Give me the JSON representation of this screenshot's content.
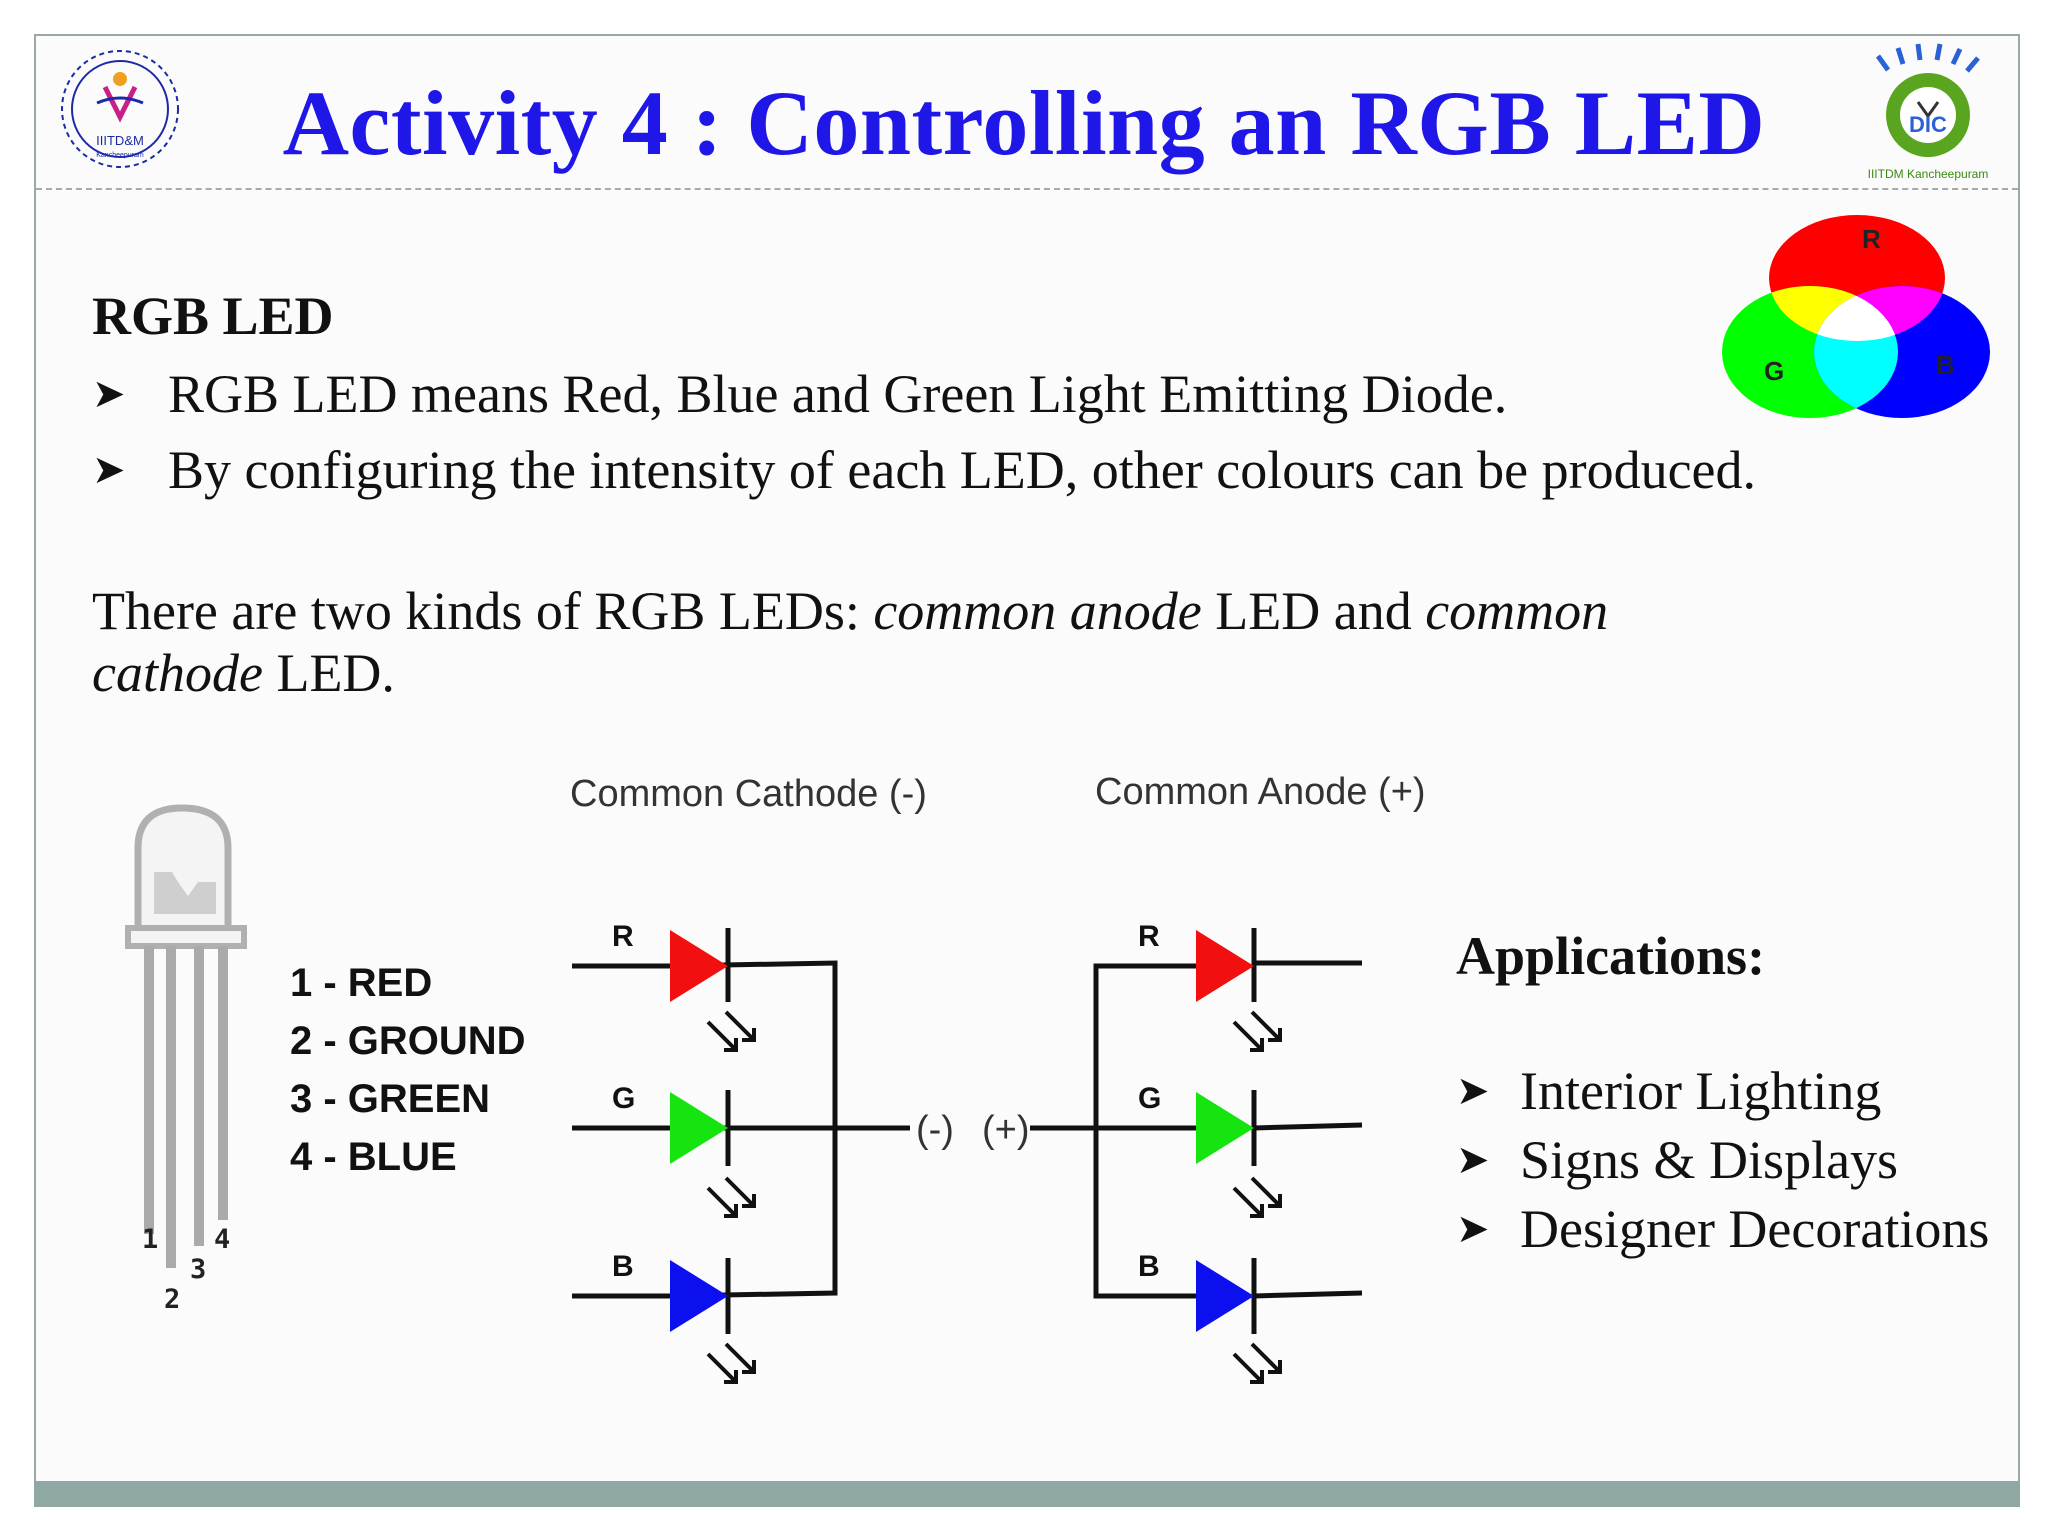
{
  "header": {
    "title": "Activity 4 : Controlling an RGB LED",
    "left_logo_text": "IIITD&M",
    "left_logo_subtext": "Kancheepuram",
    "right_logo_text": "DIC",
    "right_logo_subtext": "IIITDM Kancheepuram"
  },
  "content": {
    "heading": "RGB LED",
    "bullets": [
      "RGB LED means Red, Blue and Green Light Emitting Diode.",
      "By configuring the intensity of each LED, other colours can be produced."
    ],
    "para_1": "There are two kinds of RGB LEDs: ",
    "para_italic_1": "common anode",
    "para_2": " LED and ",
    "para_italic_2": "common cathode",
    "para_3": " LED."
  },
  "color_wheel": {
    "r": "R",
    "g": "G",
    "b": "B"
  },
  "led_pinout": {
    "pins": [
      "1 - RED",
      "2 - GROUND",
      "3 - GREEN",
      "4 - BLUE"
    ],
    "pin_numbers": [
      "1",
      "2",
      "3",
      "4"
    ]
  },
  "cathode_diagram": {
    "title": "Common Cathode (-)",
    "labels": [
      "R",
      "G",
      "B"
    ],
    "terminal": "(-)"
  },
  "anode_diagram": {
    "title": "Common Anode (+)",
    "labels": [
      "R",
      "G",
      "B"
    ],
    "terminal": "(+)"
  },
  "applications": {
    "heading": "Applications:",
    "items": [
      "Interior Lighting",
      "Signs & Displays",
      "Designer Decorations"
    ]
  },
  "colors": {
    "title": "#1f16e8",
    "red": "#f10f0f",
    "green": "#16e40f",
    "blue": "#0c10ee",
    "bar": "#8fa8a4"
  },
  "icons": {
    "bullet": "arrowhead-bullet-icon",
    "left_logo": "iiitdm-logo",
    "right_logo": "dic-logo"
  }
}
